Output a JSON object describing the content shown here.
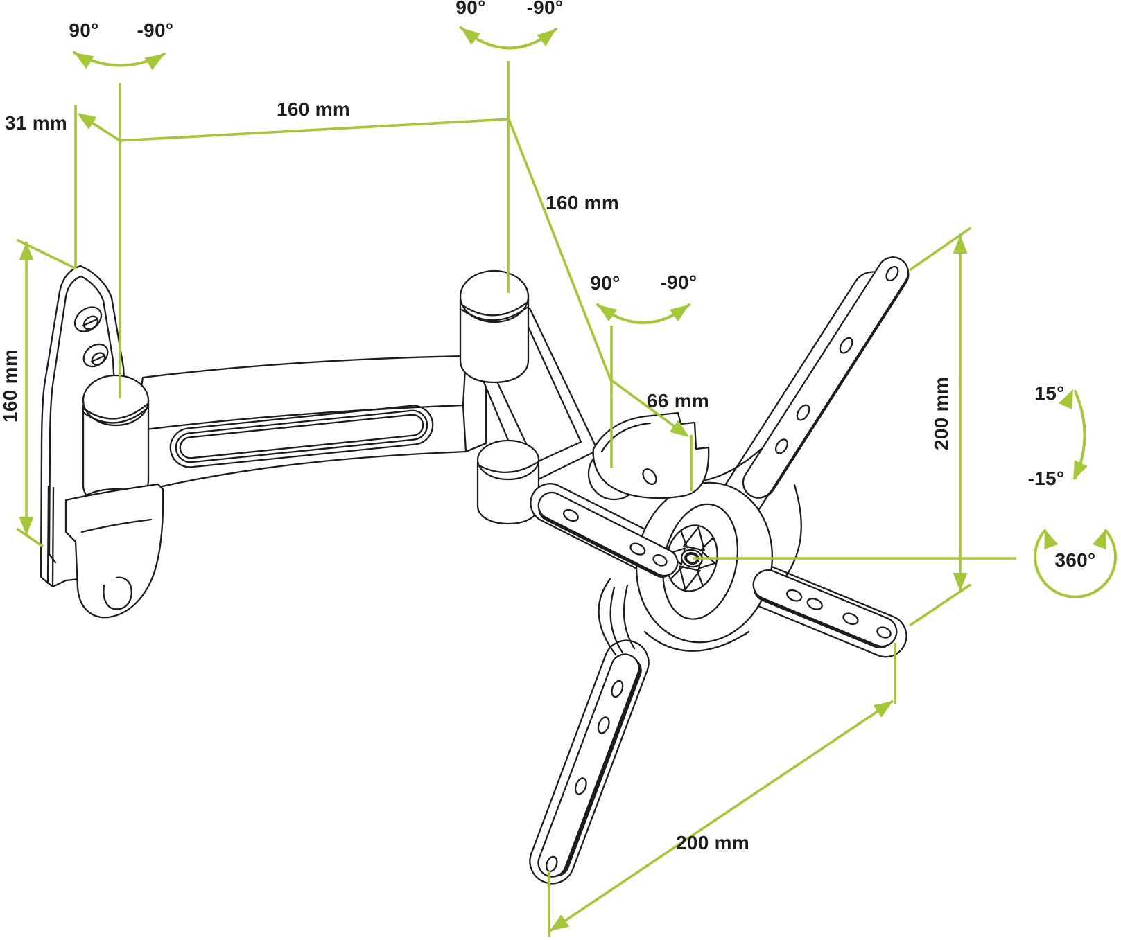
{
  "diagram": {
    "kind": "technical-dimension-drawing",
    "subject": "full-motion TV wall mount arm with VESA plate",
    "colors": {
      "accent": "#a4c639",
      "line": "#1d1d1b",
      "background": "#ffffff"
    },
    "annotations": {
      "wall_swivel": {
        "pos": "90°",
        "neg": "-90°"
      },
      "elbow_swivel": {
        "pos": "90°",
        "neg": "-90°"
      },
      "head_swivel": {
        "pos": "90°",
        "neg": "-90°"
      },
      "tilt": {
        "pos": "15°",
        "neg": "-15°"
      },
      "rotation": {
        "value": "360°"
      },
      "wall_offset": {
        "value": "31 mm"
      },
      "arm_length": {
        "value": "160 mm"
      },
      "arm_drop": {
        "value": "160 mm"
      },
      "head_offset": {
        "value": "66 mm"
      },
      "wall_plate_height": {
        "value": "160 mm"
      },
      "vesa_height": {
        "value": "200 mm"
      },
      "vesa_width": {
        "value": "200 mm"
      }
    }
  }
}
